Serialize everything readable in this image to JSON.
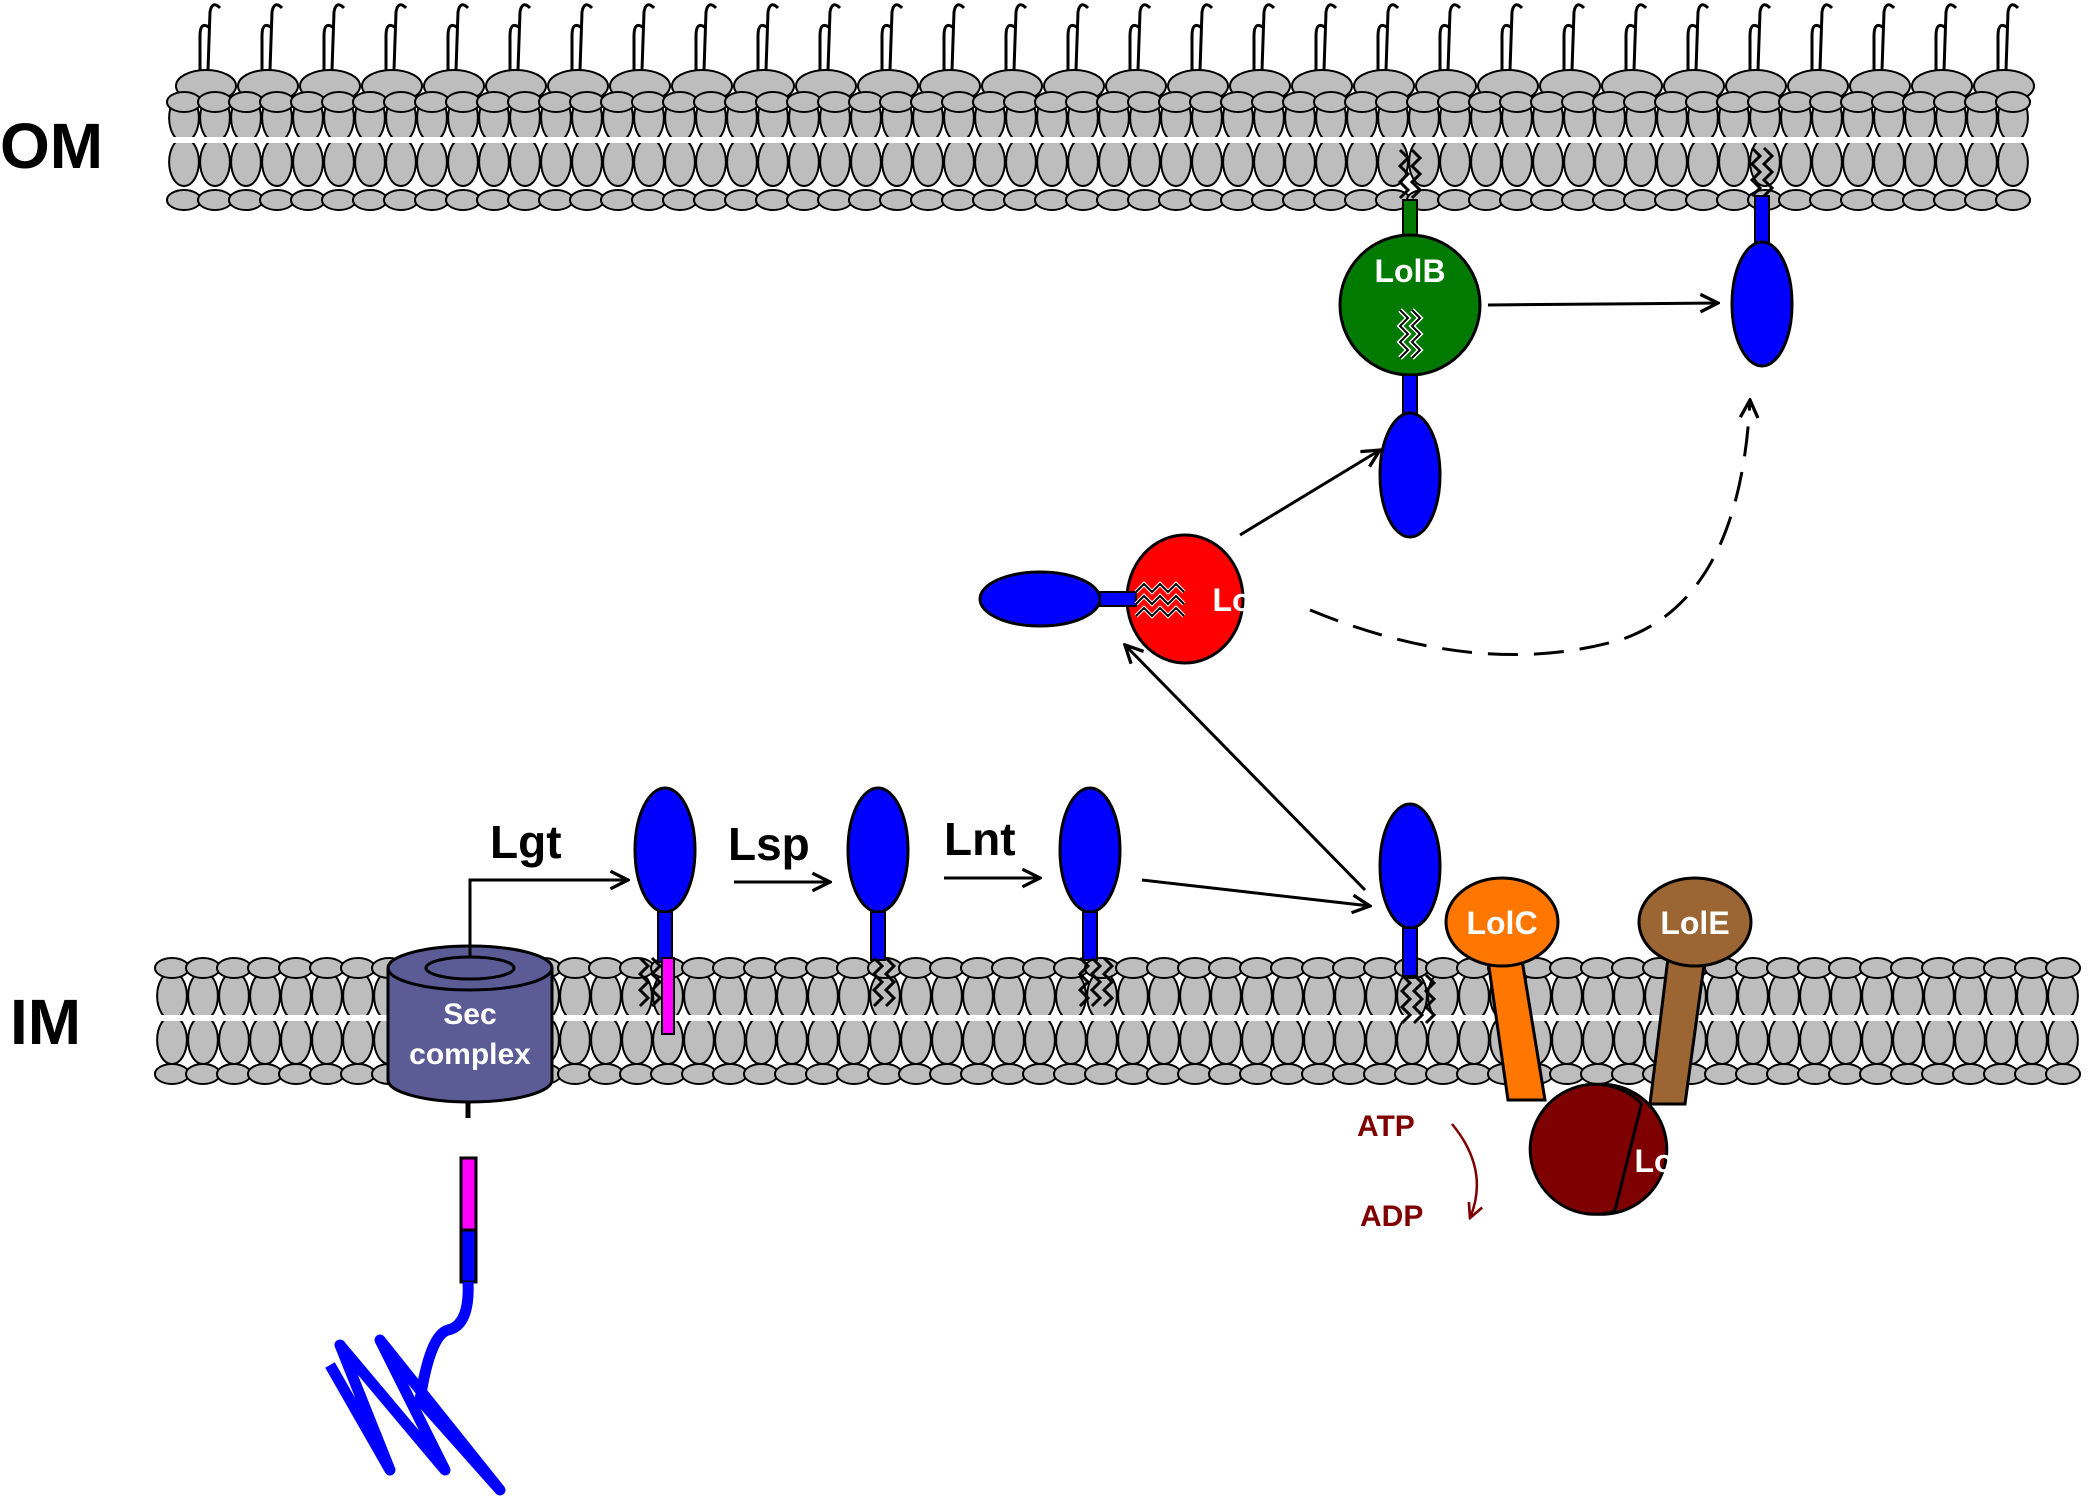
{
  "membranes": {
    "outer": {
      "label": "OM"
    },
    "inner": {
      "label": "IM"
    }
  },
  "enzymes": {
    "lgt": "Lgt",
    "lsp": "Lsp",
    "lnt": "Lnt"
  },
  "sec_complex": {
    "line1": "Sec",
    "line2": "complex"
  },
  "proteins": {
    "lola": "LolA",
    "lolb": "LolB",
    "lolc": "LolC",
    "lole": "LolE",
    "lold_left": "LolD",
    "lold_right": "LolD"
  },
  "nucleotides": {
    "atp": "ATP",
    "adp": "ADP"
  },
  "colors": {
    "lipid_head": "#bdbdbd",
    "lipoprotein": "#0000ff",
    "signal_peptide": "#ff00ff",
    "sec": "#5b5b96",
    "lola": "#ff0000",
    "lolb": "#007a00",
    "lolc": "#ff7700",
    "lole": "#9b6633",
    "lold": "#7f0000",
    "atp_text": "#7f0000"
  }
}
